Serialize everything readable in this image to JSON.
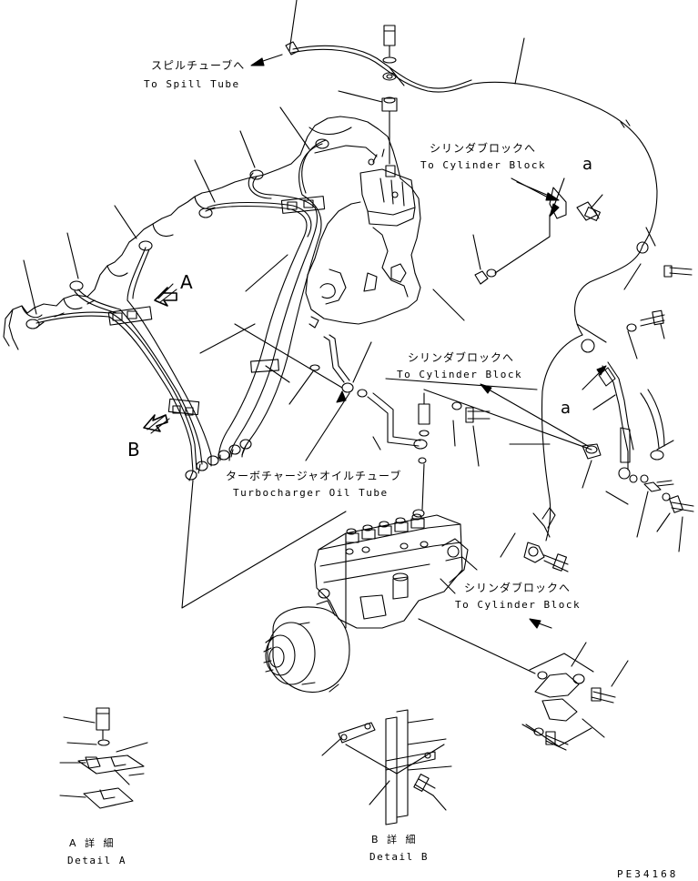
{
  "labels": {
    "spill_jp": "スピルチューブへ",
    "spill_en": "To Spill Tube",
    "cyl1_jp": "シリンダブロックへ",
    "cyl1_en": "To Cylinder Block",
    "cyl2_jp": "シリンダブロックへ",
    "cyl2_en": "To Cylinder Block",
    "cyl3_jp": "シリンダブロックへ",
    "cyl3_en": "To Cylinder Block",
    "turbo_jp": "ターボチャージャオイルチューブ",
    "turbo_en": "Turbocharger Oil Tube",
    "view_a": "A",
    "view_b": "B",
    "ref_a1": "a",
    "ref_a2": "a",
    "detail_a_jp": "A 詳 細",
    "detail_a_en": "Detail A",
    "detail_b_jp": "B 詳 細",
    "detail_b_en": "Detail B",
    "drawing_code": "PE34168"
  }
}
